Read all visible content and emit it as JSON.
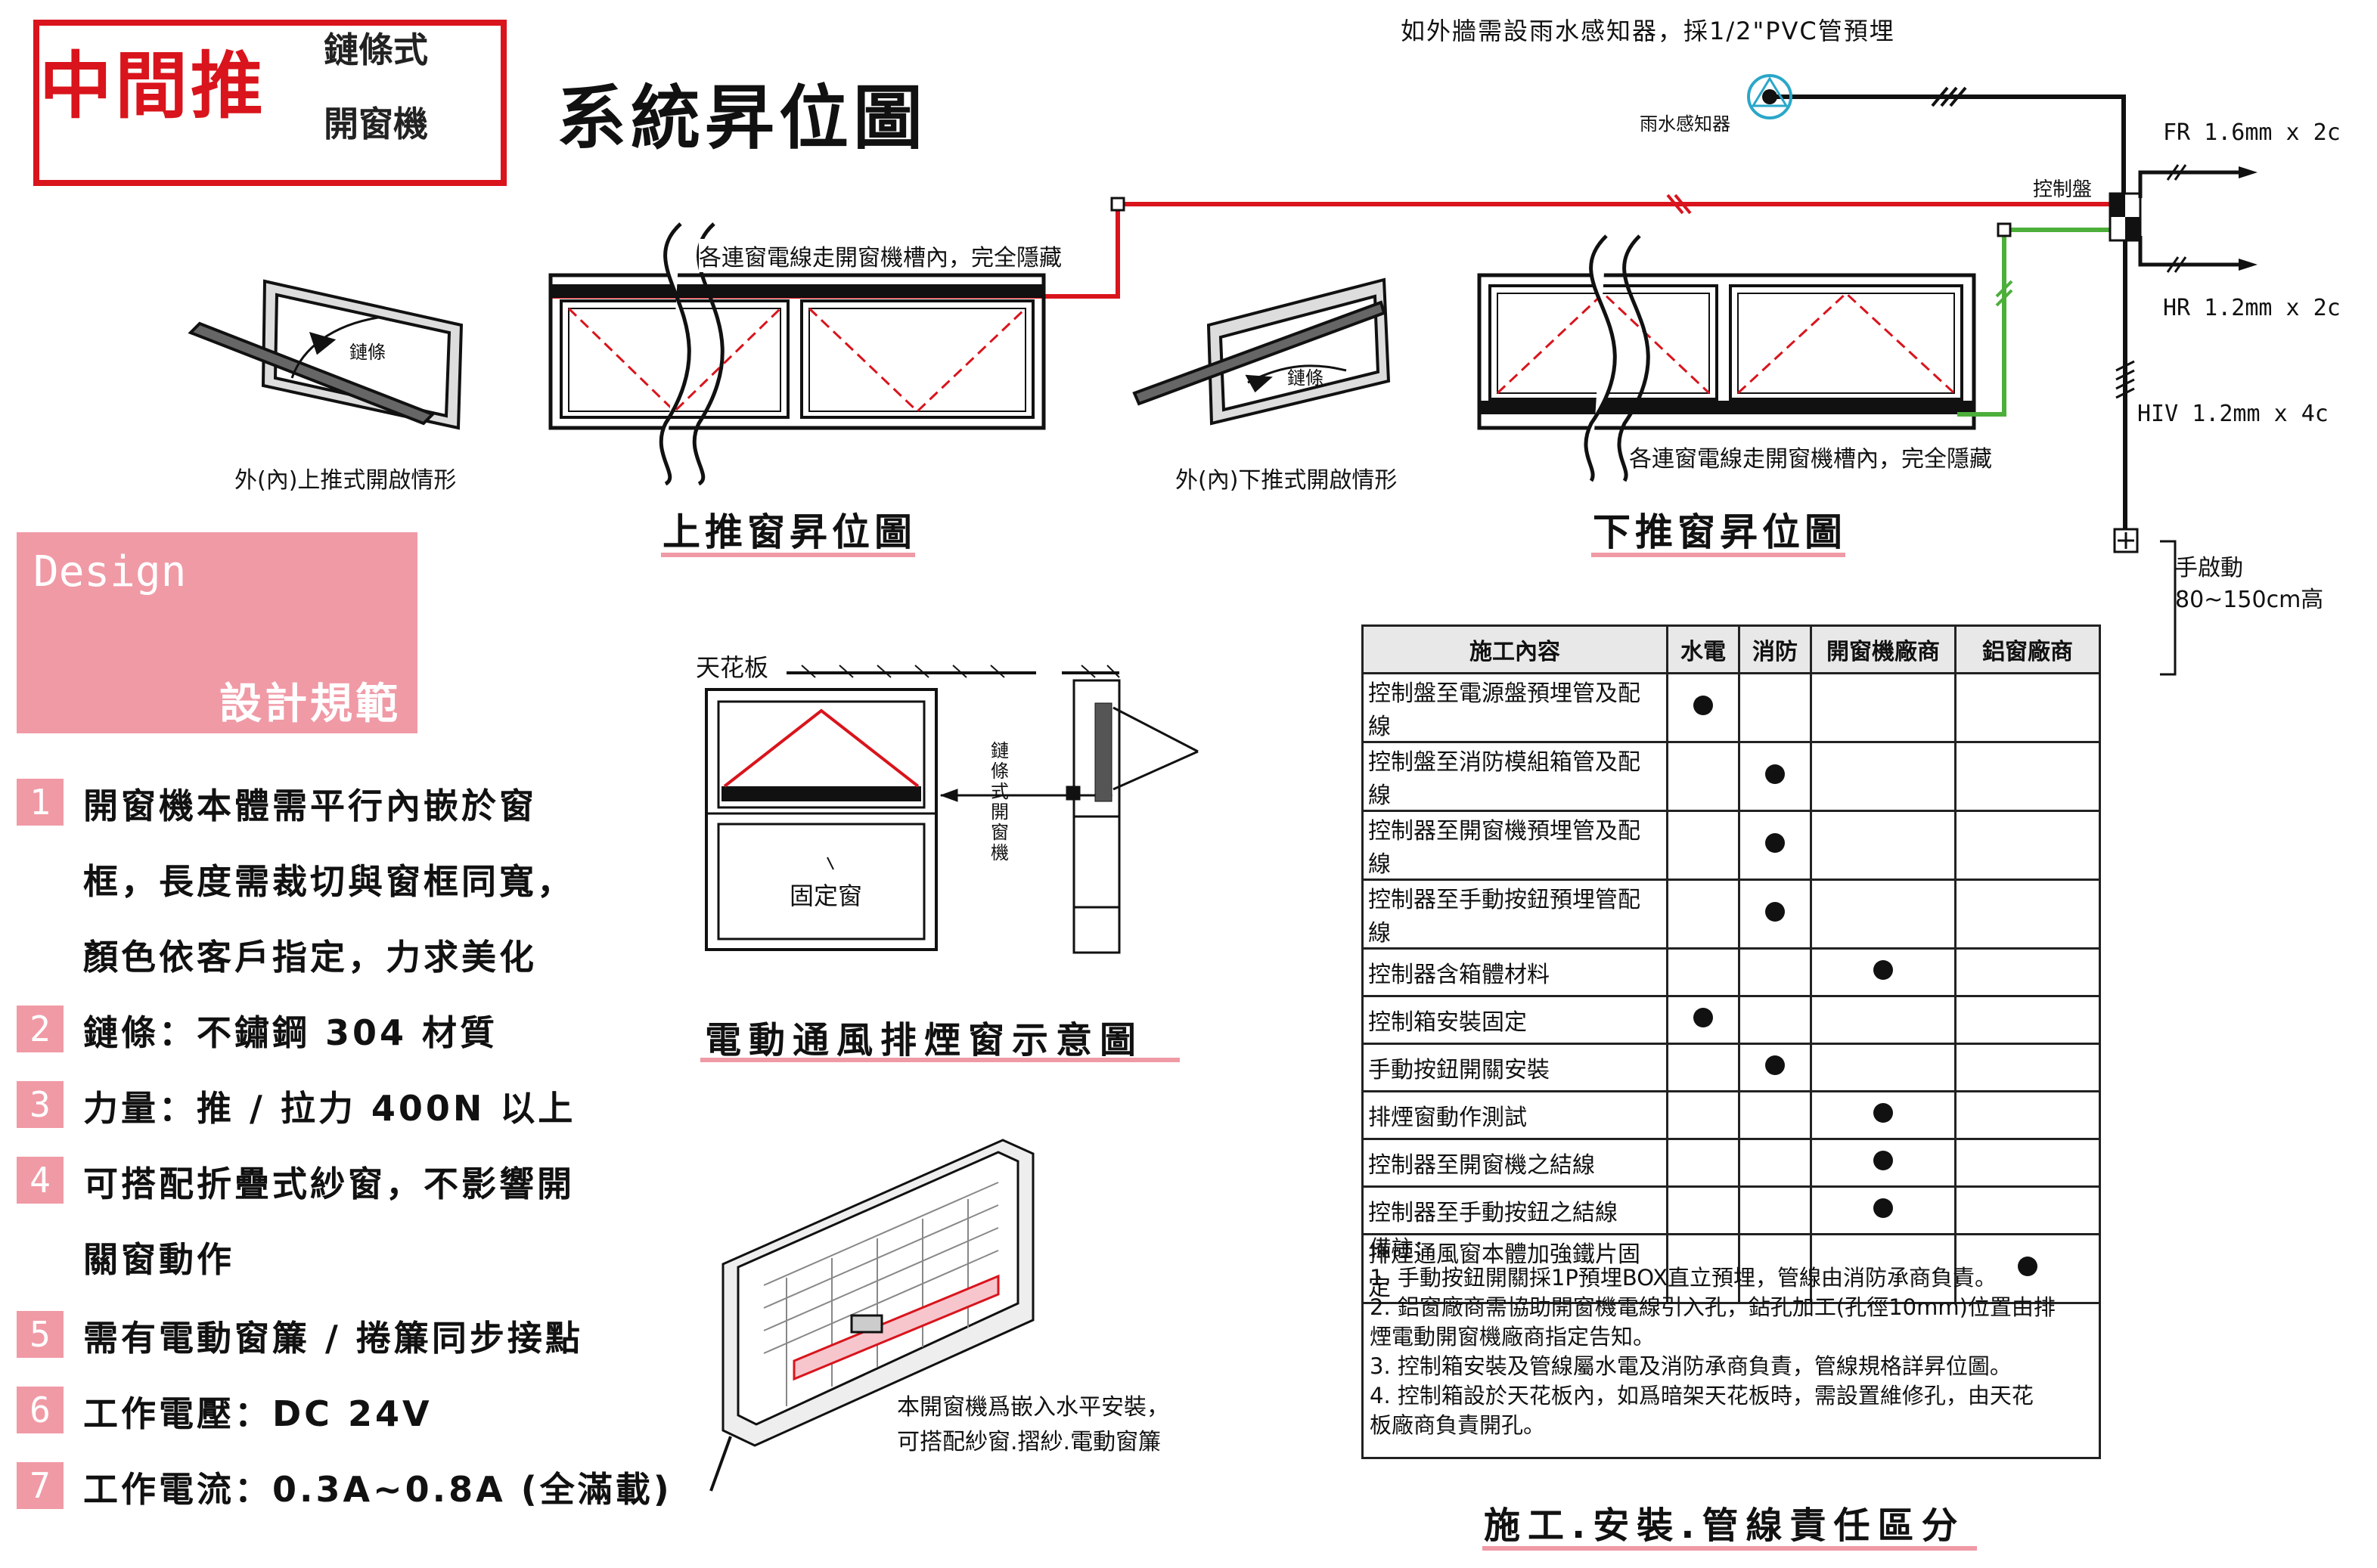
{
  "logo": {
    "main": "中間推",
    "sub1": "鏈條式",
    "sub2": "開窗機"
  },
  "page_title": "系統昇位圖",
  "top_note": "如外牆需設雨水感知器，採1/2\"PVC管預埋",
  "rain_sensor_label": "雨水感知器",
  "control_panel_label": "控制盤",
  "cables": {
    "fr": "FR 1.6mm x 2c",
    "hr": "HR 1.2mm x 2c",
    "hiv": "HIV 1.2mm x 4c"
  },
  "manual_label": "手啟動",
  "manual_height": "80~150cm高",
  "wiring_note_top": "各連窗電線走開窗機槽內，完全隱藏",
  "wiring_note_bottom": "各連窗電線走開窗機槽內，完全隱藏",
  "chain_label": "鏈條",
  "chain_label_2": "鏈條",
  "open_top_label": "外(內)上推式開啟情形",
  "open_bottom_label": "外(內)下推式開啟情形",
  "caption_top_push": "上推窗昇位圖",
  "caption_bottom_push": "下推窗昇位圖",
  "design": {
    "en": "Design",
    "zh": "設計規範"
  },
  "specs": [
    {
      "num": "1",
      "lines": [
        "開窗機本體需平行內嵌於窗",
        "框，長度需裁切與窗框同寬，",
        "顏色依客戶指定，力求美化"
      ]
    },
    {
      "num": "2",
      "lines": [
        "鏈條：不鏽鋼 304 材質"
      ]
    },
    {
      "num": "3",
      "lines": [
        "力量：推 / 拉力 400N 以上"
      ]
    },
    {
      "num": "4",
      "lines": [
        "可搭配折疊式紗窗，不影響開",
        "關窗動作"
      ]
    },
    {
      "num": "5",
      "lines": [
        "需有電動窗簾 / 捲簾同步接點"
      ]
    },
    {
      "num": "6",
      "lines": [
        "工作電壓：DC 24V"
      ]
    },
    {
      "num": "7",
      "lines": [
        "工作電流：0.3A~0.8A (全滿載)"
      ]
    }
  ],
  "ceiling_label": "天花板",
  "chain_opener_label": "鏈條式開窗機",
  "fixed_window_label": "固定窗",
  "caption_smoke_window": "電動通風排煙窗示意圖",
  "install_note": [
    "本開窗機爲嵌入水平安裝，",
    "可搭配紗窗.摺紗.電動窗簾"
  ],
  "table": {
    "headers": [
      "施工內容",
      "水電",
      "消防",
      "開窗機廠商",
      "鋁窗廠商"
    ],
    "rows": [
      {
        "task": "控制盤至電源盤預埋管及配線",
        "mark": 0
      },
      {
        "task": "控制盤至消防模組箱管及配線",
        "mark": 1
      },
      {
        "task": "控制器至開窗機預埋管及配線",
        "mark": 1
      },
      {
        "task": "控制器至手動按鈕預埋管配線",
        "mark": 1
      },
      {
        "task": "控制器含箱體材料",
        "mark": 2
      },
      {
        "task": "控制箱安裝固定",
        "mark": 0
      },
      {
        "task": "手動按鈕開關安裝",
        "mark": 1
      },
      {
        "task": "排煙窗動作測試",
        "mark": 2
      },
      {
        "task": "控制器至開窗機之結線",
        "mark": 2
      },
      {
        "task": "控制器至手動按鈕之結線",
        "mark": 2
      },
      {
        "task": "排煙通風窗本體加強鐵片固定",
        "mark": 3
      }
    ],
    "notes_title": "備註：",
    "notes": [
      "1. 手動按鈕開關採1P預埋BOX直立預埋，管線由消防承商負責。",
      "2. 鋁窗廠商需協助開窗機電線引入孔，鉆孔加工(孔徑10mm)位置由排",
      "煙電動開窗機廠商指定告知。",
      "3. 控制箱安裝及管線屬水電及消防承商負責，管線規格詳昇位圖。",
      "4. 控制箱設於天花板內，如爲暗架天花板時，需設置維修孔，由天花",
      "板廠商負責開孔。"
    ]
  },
  "caption_table": "施工.安裝.管線責任區分",
  "colors": {
    "red": "#d9141c",
    "pink": "#f09aa6",
    "green": "#4caf3a",
    "cyan": "#2aa7c9"
  }
}
